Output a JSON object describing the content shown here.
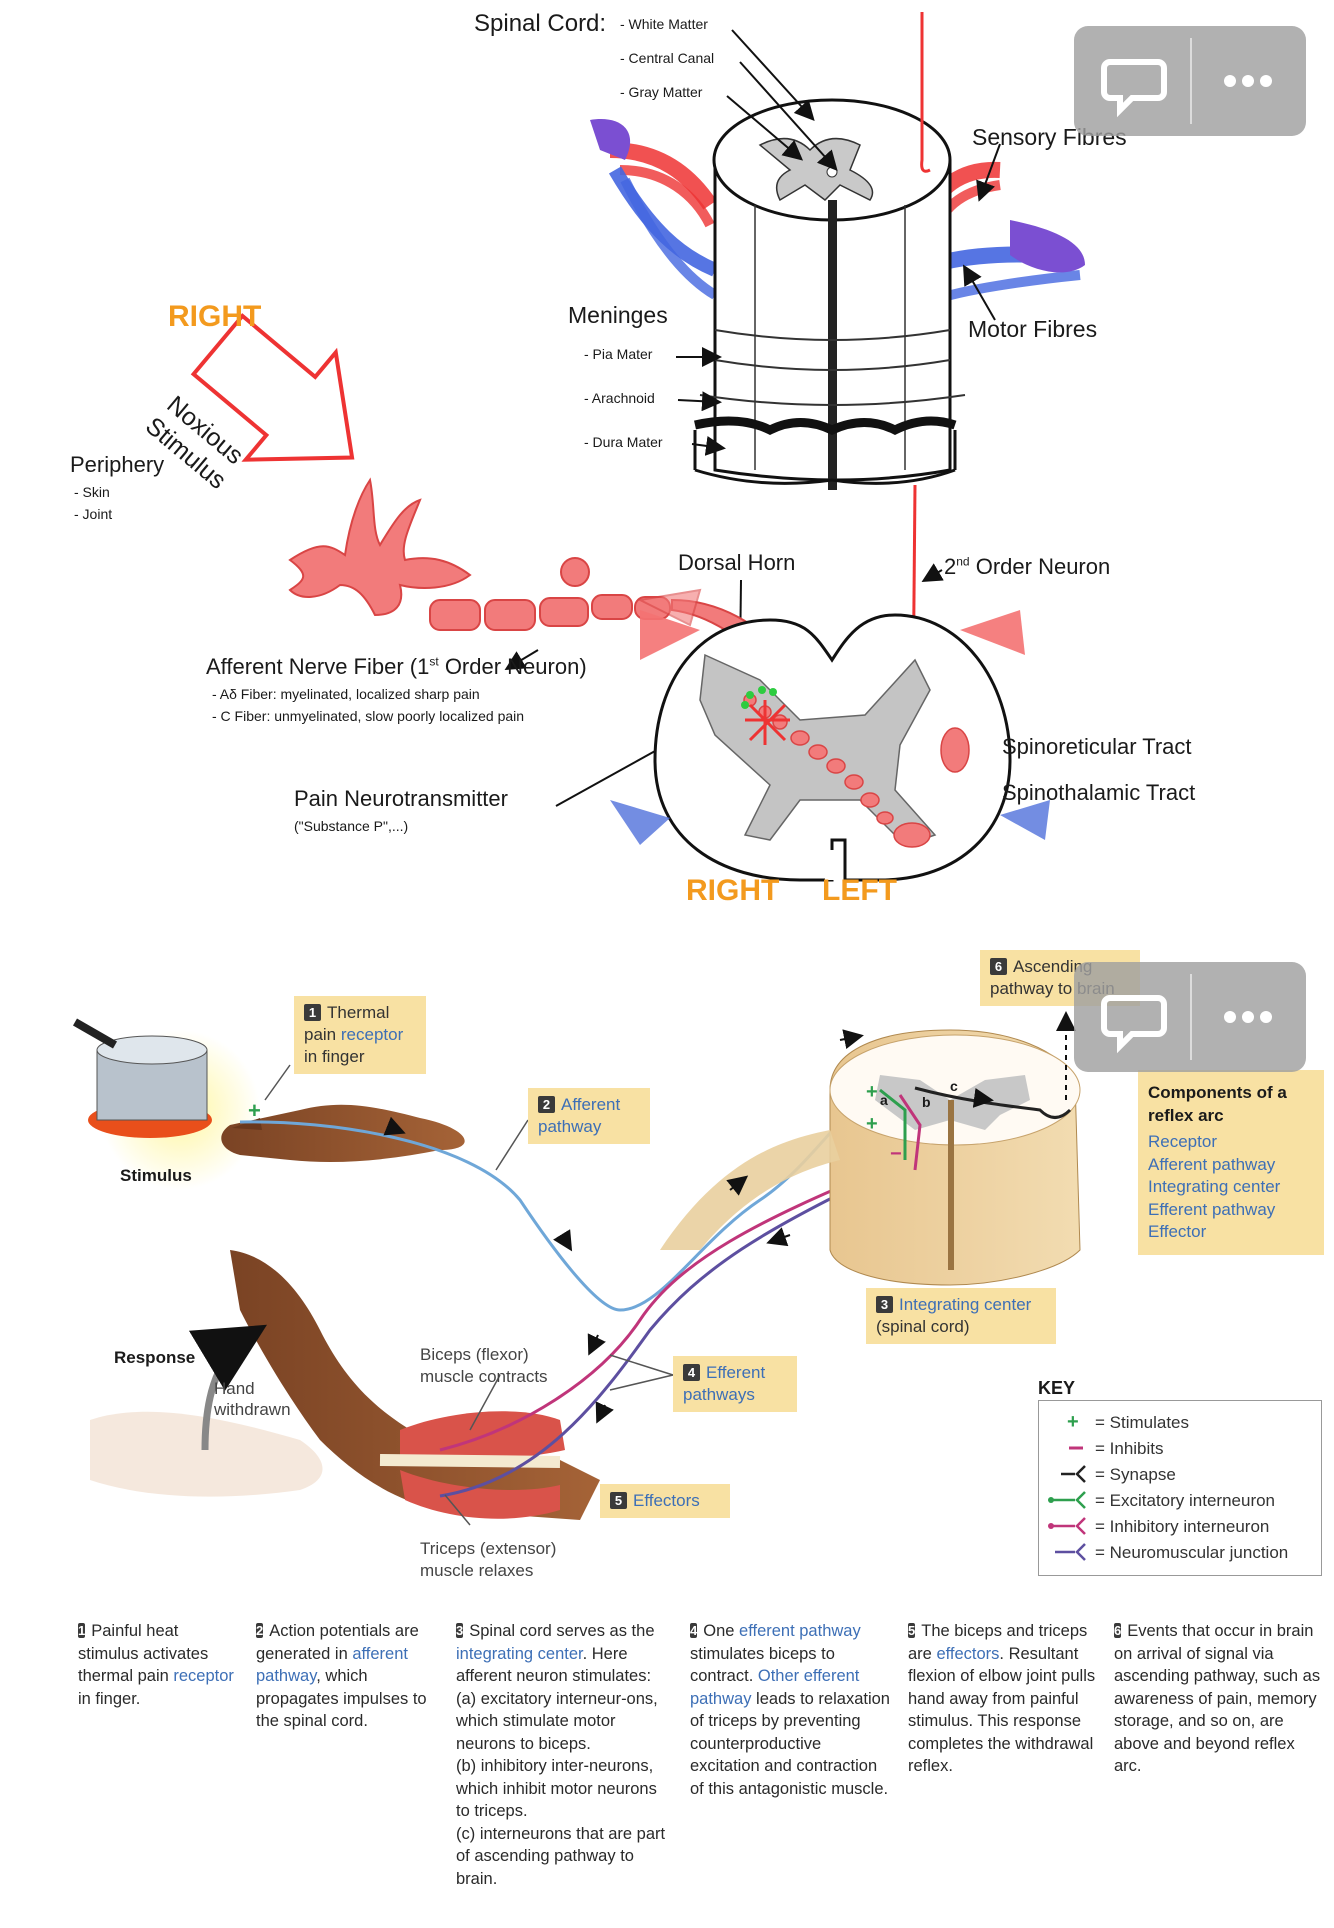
{
  "top_diagram": {
    "spinal_cord_title": "Spinal Cord:",
    "spinal_cord_parts": [
      "- White Matter",
      "- Central Canal",
      "- Gray Matter"
    ],
    "sensory_fibres": "Sensory Fibres",
    "motor_fibres": "Motor Fibres",
    "meninges_title": "Meninges",
    "meninges_parts": [
      "- Pia Mater",
      "- Arachnoid",
      "- Dura Mater"
    ],
    "right_top": "RIGHT",
    "arrow_text_line1": "Noxious",
    "arrow_text_line2": "Stimulus",
    "periphery_title": "Periphery",
    "periphery_items": [
      "- Skin",
      "- Joint"
    ],
    "dorsal_horn": "Dorsal Horn",
    "second_order_prefix": "2",
    "second_order_sup": "nd",
    "second_order_suffix": " Order Neuron",
    "afferent_prefix": "Afferent Nerve Fiber (1",
    "afferent_sup": "st",
    "afferent_suffix": " Order Neuron)",
    "fiber_types": [
      "- Aδ Fiber: myelinated, localized sharp pain",
      "- C Fiber: unmyelinated, slow poorly localized pain"
    ],
    "spinoreticular": "Spinoreticular Tract",
    "spinothalamic": "Spinothalamic Tract",
    "pain_nt": "Pain Neurotransmitter",
    "pain_nt_sub": "(\"Substance P\",...)",
    "right_bottom": "RIGHT",
    "left_bottom": "LEFT"
  },
  "reflex_diagram": {
    "box1": {
      "num": "1",
      "line1": "Thermal",
      "line2_a": "pain ",
      "line2_b": "receptor",
      "line3": "in finger"
    },
    "box2": {
      "num": "2",
      "line1": "Afferent",
      "line2": "pathway"
    },
    "box3": {
      "num": "3",
      "line1": "Integrating center",
      "line2": "(spinal cord)"
    },
    "box4": {
      "num": "4",
      "line1": "Efferent",
      "line2": "pathways"
    },
    "box5": {
      "num": "5",
      "line1": "Effectors"
    },
    "box6": {
      "num": "6",
      "line1": "Ascending",
      "line2": "pathway to brain"
    },
    "stimulus": "Stimulus",
    "response": "Response",
    "hand_withdrawn_1": "Hand",
    "hand_withdrawn_2": "withdrawn",
    "biceps_1": "Biceps (flexor)",
    "biceps_2": "muscle contracts",
    "triceps_1": "Triceps (extensor)",
    "triceps_2": "muscle relaxes",
    "interneuron_labels": [
      "a",
      "b",
      "c"
    ],
    "components": {
      "title_1": "Components of a",
      "title_2": "reflex arc",
      "items": [
        "Receptor",
        "Afferent pathway",
        "Integrating center",
        "Efferent pathway",
        "Effector"
      ]
    },
    "key": {
      "title": "KEY",
      "items": [
        "= Stimulates",
        "= Inhibits",
        "= Synapse",
        "= Excitatory interneuron",
        "= Inhibitory interneuron",
        "= Neuromuscular junction"
      ]
    }
  },
  "captions": {
    "c1": {
      "num": "1",
      "t1": "Painful heat stimulus activates thermal pain ",
      "t2": "receptor",
      "t3": " in finger."
    },
    "c2": {
      "num": "2",
      "t1": "Action potentials are generated in ",
      "t2": "afferent pathway",
      "t3": ", which propagates impulses to the spinal cord."
    },
    "c3": {
      "num": "3",
      "t1": "Spinal cord serves as the ",
      "t2": "integrating center",
      "t3": ". Here afferent neuron stimulates:",
      "a": "(a) excitatory interneur-ons, which stimulate motor neurons to biceps.",
      "b": "(b) inhibitory inter-neurons, which inhibit motor neurons to triceps.",
      "c": "(c) interneurons that are part of ascending pathway to brain."
    },
    "c4": {
      "num": "4",
      "t1": "One ",
      "t2": "efferent pathway",
      "t3": " stimulates biceps to contract. ",
      "t4": "Other efferent pathway",
      "t5": " leads to relaxation of triceps by preventing counterproductive excitation and contraction of this antagonistic muscle."
    },
    "c5": {
      "num": "5",
      "t1": "The biceps and triceps are ",
      "t2": "effectors",
      "t3": ". Resultant flexion of elbow joint pulls hand away from painful stimulus. This response completes the withdrawal reflex."
    },
    "c6": {
      "num": "6",
      "t1": "Events that occur in brain on arrival of signal via ascending pathway, such as awareness of pain, memory storage, and so on, are above and beyond reflex arc."
    }
  },
  "colors": {
    "orange": "#f39a1e",
    "nerve_red": "#e8595c",
    "fibre_blue": "#5577dd",
    "box_yellow": "#f8e1a3",
    "link_blue": "#3d6fb6"
  },
  "icons": [
    "comment-icon",
    "more-icon"
  ]
}
